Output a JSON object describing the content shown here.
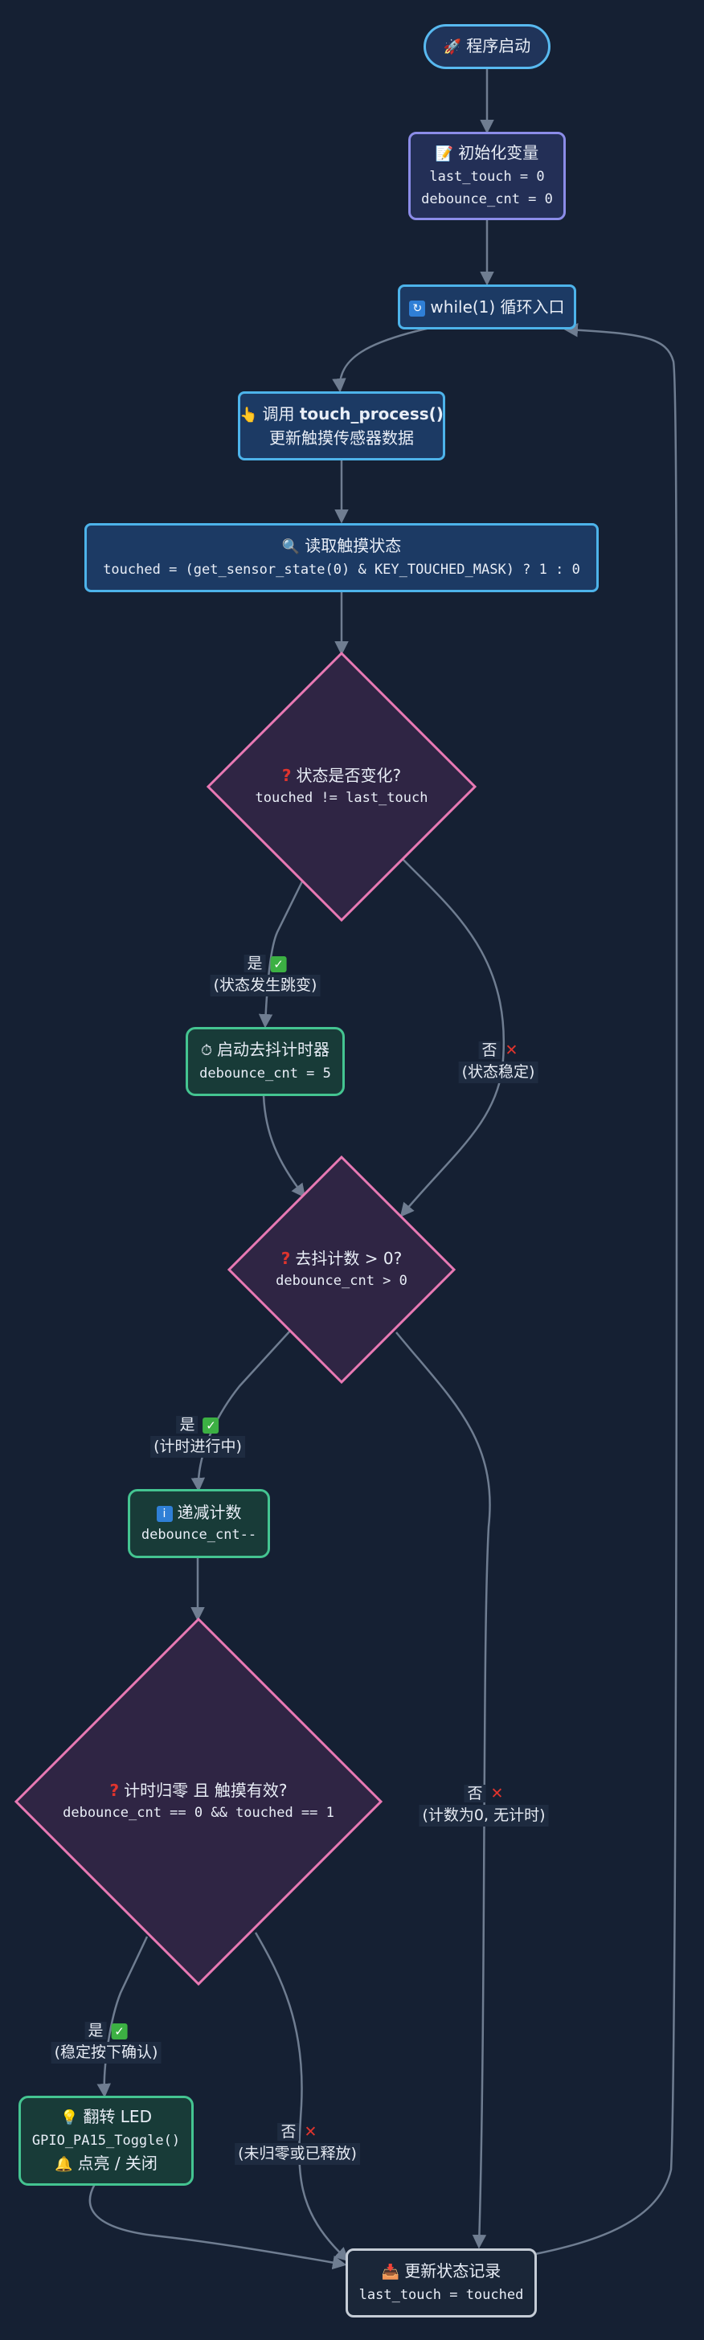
{
  "nodes": {
    "start": {
      "icon": "rocket-icon",
      "text": "程序启动"
    },
    "init": {
      "icon": "memo-icon",
      "title": "初始化变量",
      "line1": "last_touch = 0",
      "line2": "debounce_cnt = 0"
    },
    "loop": {
      "icon": "loop-arrows-icon",
      "text": "while(1) 循环入口"
    },
    "call": {
      "icon": "pointing-hand-icon",
      "prefix": "调用 ",
      "func": "touch_process()",
      "line2": "更新触摸传感器数据"
    },
    "read": {
      "icon": "magnifier-icon",
      "title": "读取触摸状态",
      "code": "touched = (get_sensor_state(0) & KEY_TOUCHED_MASK) ? 1 : 0"
    },
    "d1": {
      "icon": "question-icon",
      "title": "状态是否变化?",
      "code": "touched != last_touch"
    },
    "start_timer": {
      "icon": "stopwatch-icon",
      "title": "启动去抖计时器",
      "code": "debounce_cnt = 5"
    },
    "d2": {
      "icon": "question-icon",
      "title": "去抖计数 > 0?",
      "code": "debounce_cnt > 0"
    },
    "dec": {
      "icon": "info-icon",
      "title": "递减计数",
      "code": "debounce_cnt--"
    },
    "d3": {
      "icon": "question-icon",
      "title": "计时归零 且 触摸有效?",
      "code": "debounce_cnt == 0 && touched == 1"
    },
    "led": {
      "icon": "lightbulb-icon",
      "title": "翻转 LED",
      "code": "GPIO_PA15_Toggle()",
      "line3": "点亮 / 关闭",
      "line3_icon": "bell-icon"
    },
    "update": {
      "icon": "inbox-icon",
      "title": "更新状态记录",
      "code": "last_touch = touched"
    }
  },
  "edge_labels": {
    "d1_yes": {
      "line1": "是",
      "line2": "(状态发生跳变)"
    },
    "d1_no": {
      "line1": "否",
      "line2": "(状态稳定)"
    },
    "d2_yes": {
      "line1": "是",
      "line2": "(计时进行中)"
    },
    "d2_no": {
      "line1": "否",
      "line2": "(计数为0, 无计时)"
    },
    "d3_yes": {
      "line1": "是",
      "line2": "(稳定按下确认)"
    },
    "d3_no": {
      "line1": "否",
      "line2": "(未归零或已释放)"
    }
  },
  "colors": {
    "background": "#152033",
    "edge": "#6f7d91",
    "diamond_fill": "#2f2544",
    "diamond_stroke": "#e879b4",
    "green_stroke": "#44c491",
    "blue_stroke": "#4db3ea"
  }
}
